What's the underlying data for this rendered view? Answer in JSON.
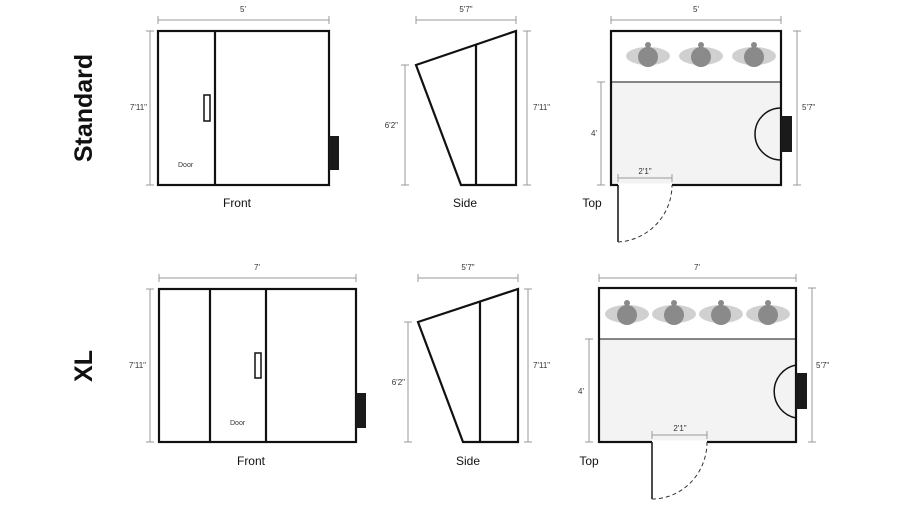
{
  "rows": [
    {
      "title": "Standard",
      "front": {
        "label": "Front",
        "width_dim": "5'",
        "height_dim": "7'11\"",
        "door_label": "Door"
      },
      "side": {
        "label": "Side",
        "depth_dim": "5'7\"",
        "front_height_dim": "6'2\"",
        "back_height_dim": "7'11\""
      },
      "top": {
        "label": "Top",
        "width_dim": "5'",
        "depth_dim": "5'7\"",
        "side_dim": "4'",
        "door_dim": "2'1\"",
        "seats": 3
      }
    },
    {
      "title": "XL",
      "front": {
        "label": "Front",
        "width_dim": "7'",
        "height_dim": "7'11\"",
        "door_label": "Door"
      },
      "side": {
        "label": "Side",
        "depth_dim": "5'7\"",
        "front_height_dim": "6'2\"",
        "back_height_dim": "7'11\""
      },
      "top": {
        "label": "Top",
        "width_dim": "7'",
        "depth_dim": "5'7\"",
        "side_dim": "4'",
        "door_dim": "2'1\"",
        "seats": 4
      }
    }
  ],
  "colors": {
    "floor": "#f3f3f3",
    "seat": "#c9c9c9",
    "head": "#8a8a8a",
    "unit": "#1a1a1a"
  }
}
